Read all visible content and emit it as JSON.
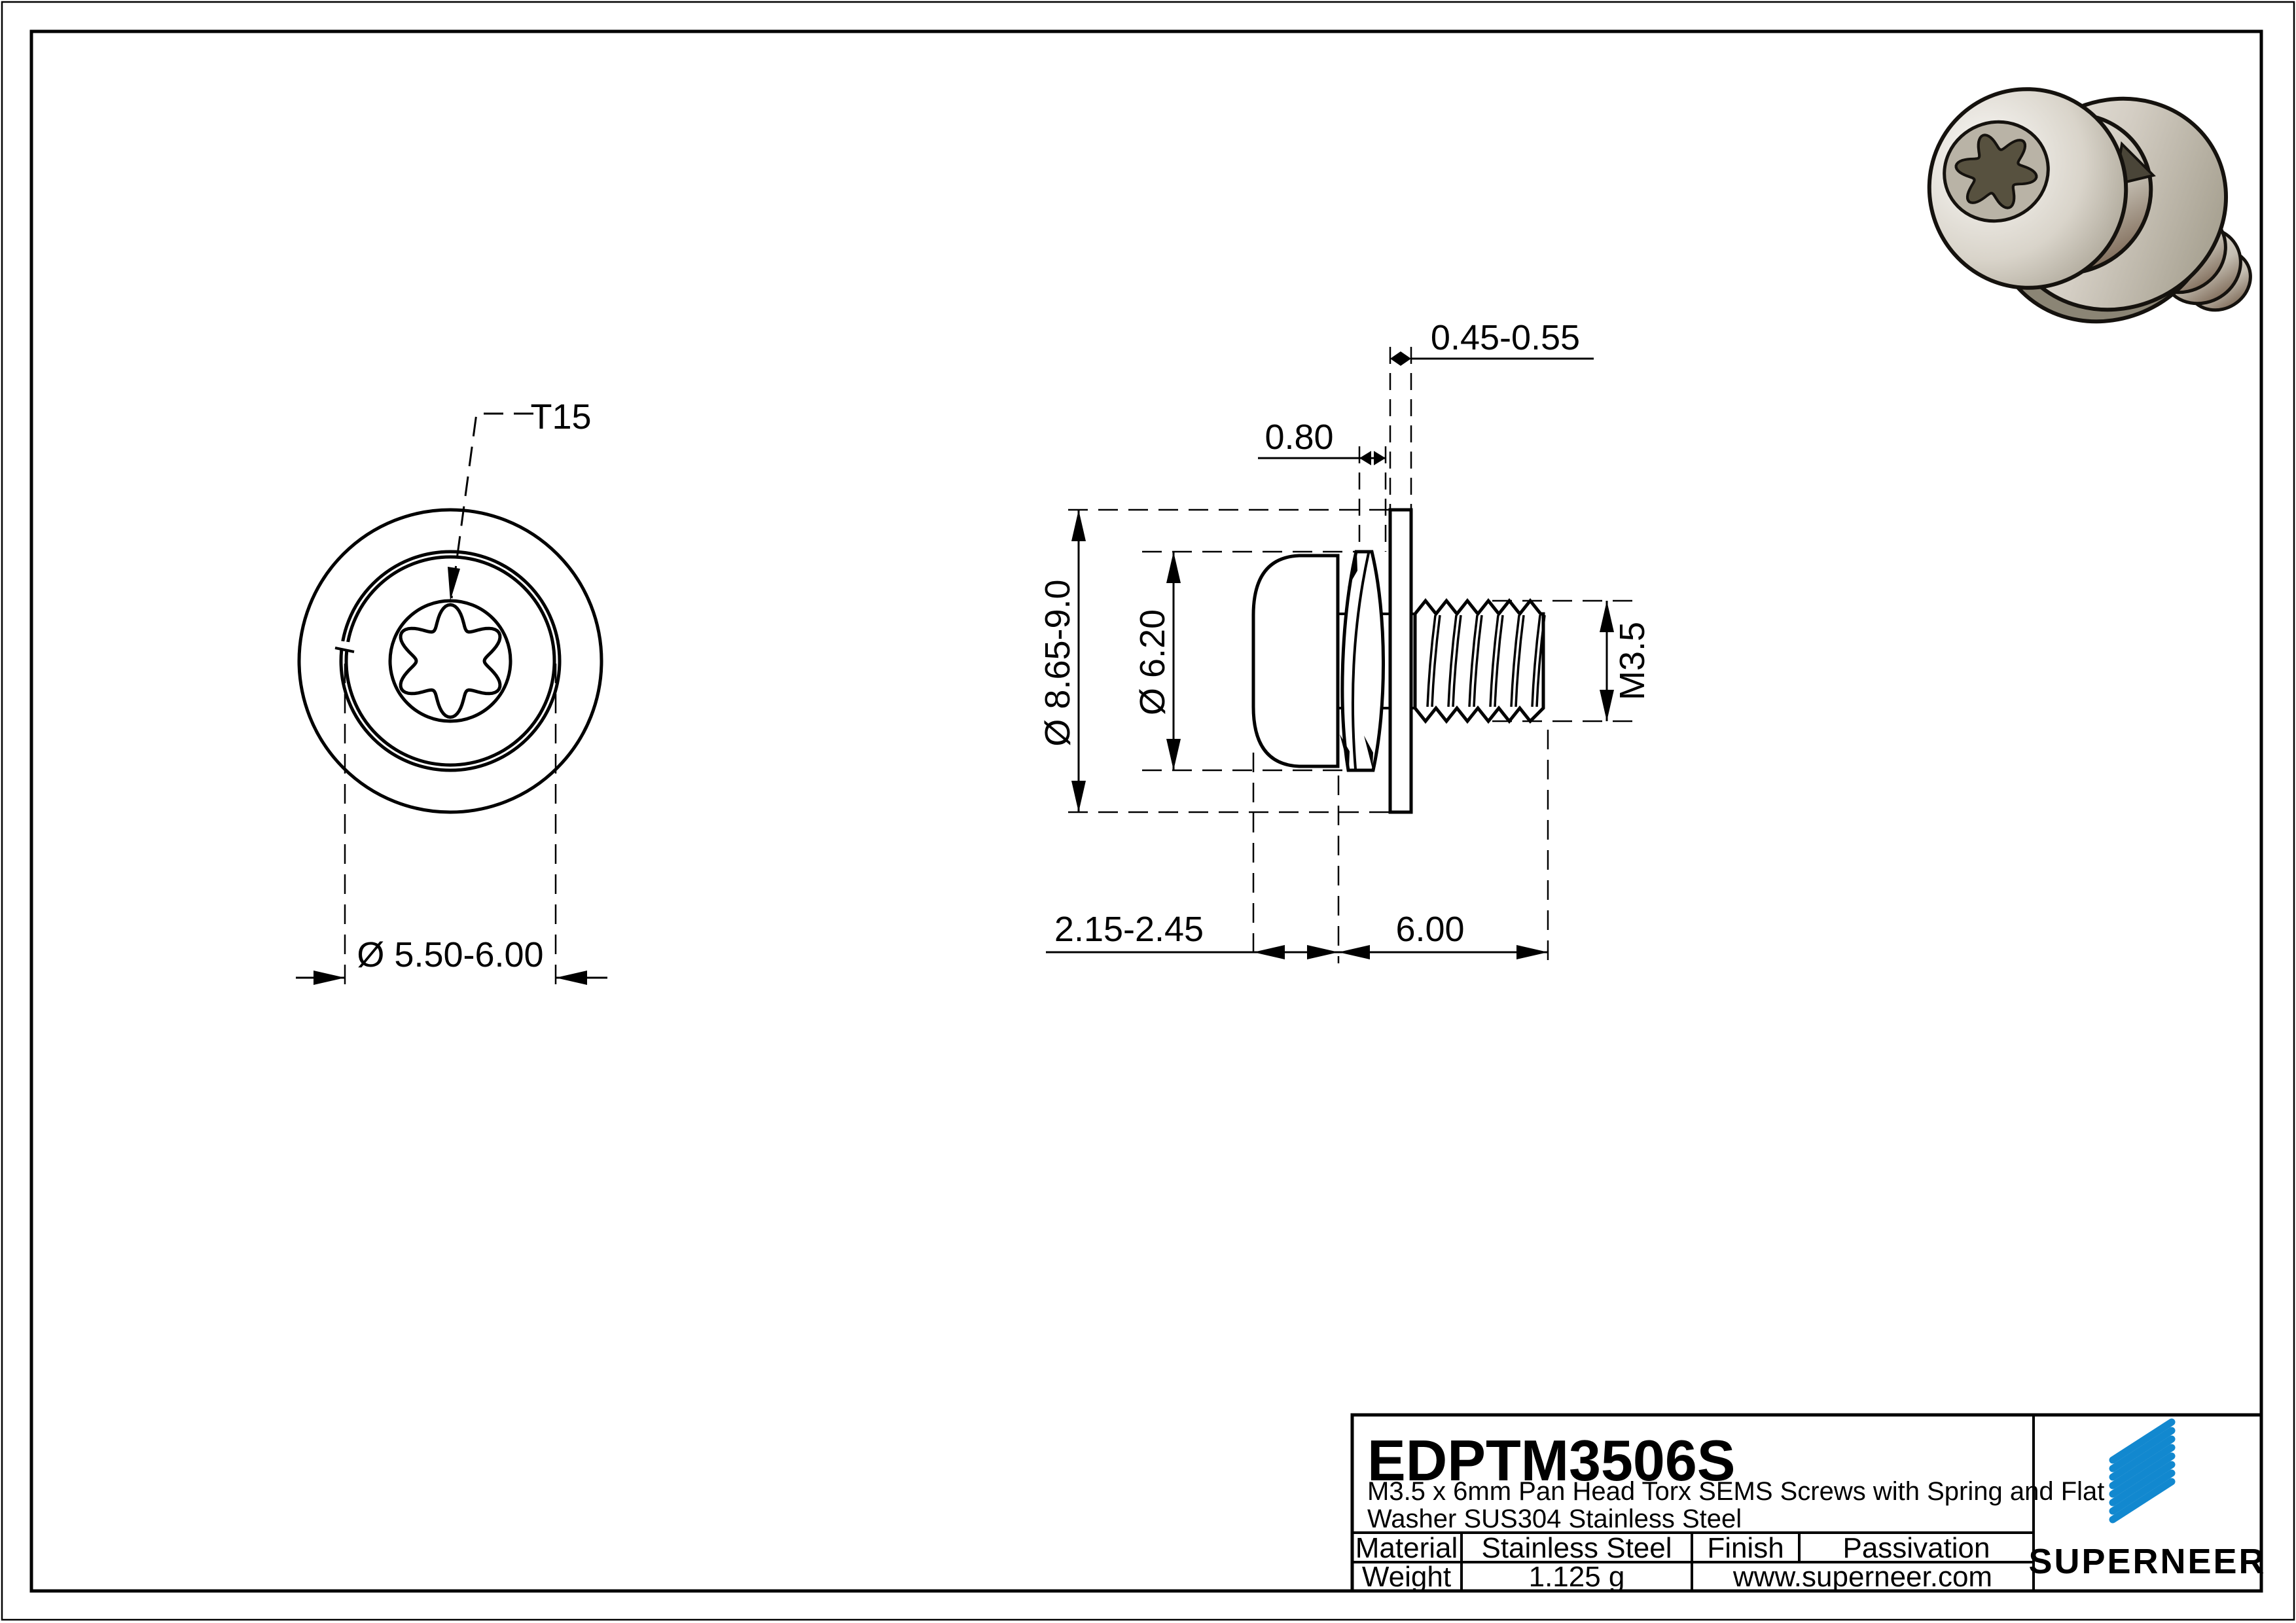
{
  "sheet": {
    "background": "#ffffff",
    "line_color": "#000000",
    "accent_blue": "#1288cf"
  },
  "views": {
    "front": {
      "label_torx": "T15",
      "dim_head_diameter": "Ø 5.50-6.00"
    },
    "side": {
      "dim_flat_washer_thickness": "0.45-0.55",
      "dim_spring_washer_thickness": "0.80",
      "dim_flat_washer_od": "Ø 8.65-9.0",
      "dim_spring_washer_od": "Ø 6.20",
      "dim_thread": "M3.5",
      "dim_head_height": "2.15-2.45",
      "dim_thread_length": "6.00"
    }
  },
  "title_block": {
    "part_number": "EDPTM3506S",
    "description_line1": "M3.5 x 6mm Pan Head Torx SEMS Screws with Spring and Flat",
    "description_line2": "Washer SUS304 Stainless Steel",
    "material_label": "Material",
    "material_value": "Stainless Steel",
    "finish_label": "Finish",
    "finish_value": "Passivation",
    "weight_label": "Weight",
    "weight_value": "1.125 g",
    "website": "www.superneer.com",
    "brand": "SUPERNEER"
  }
}
